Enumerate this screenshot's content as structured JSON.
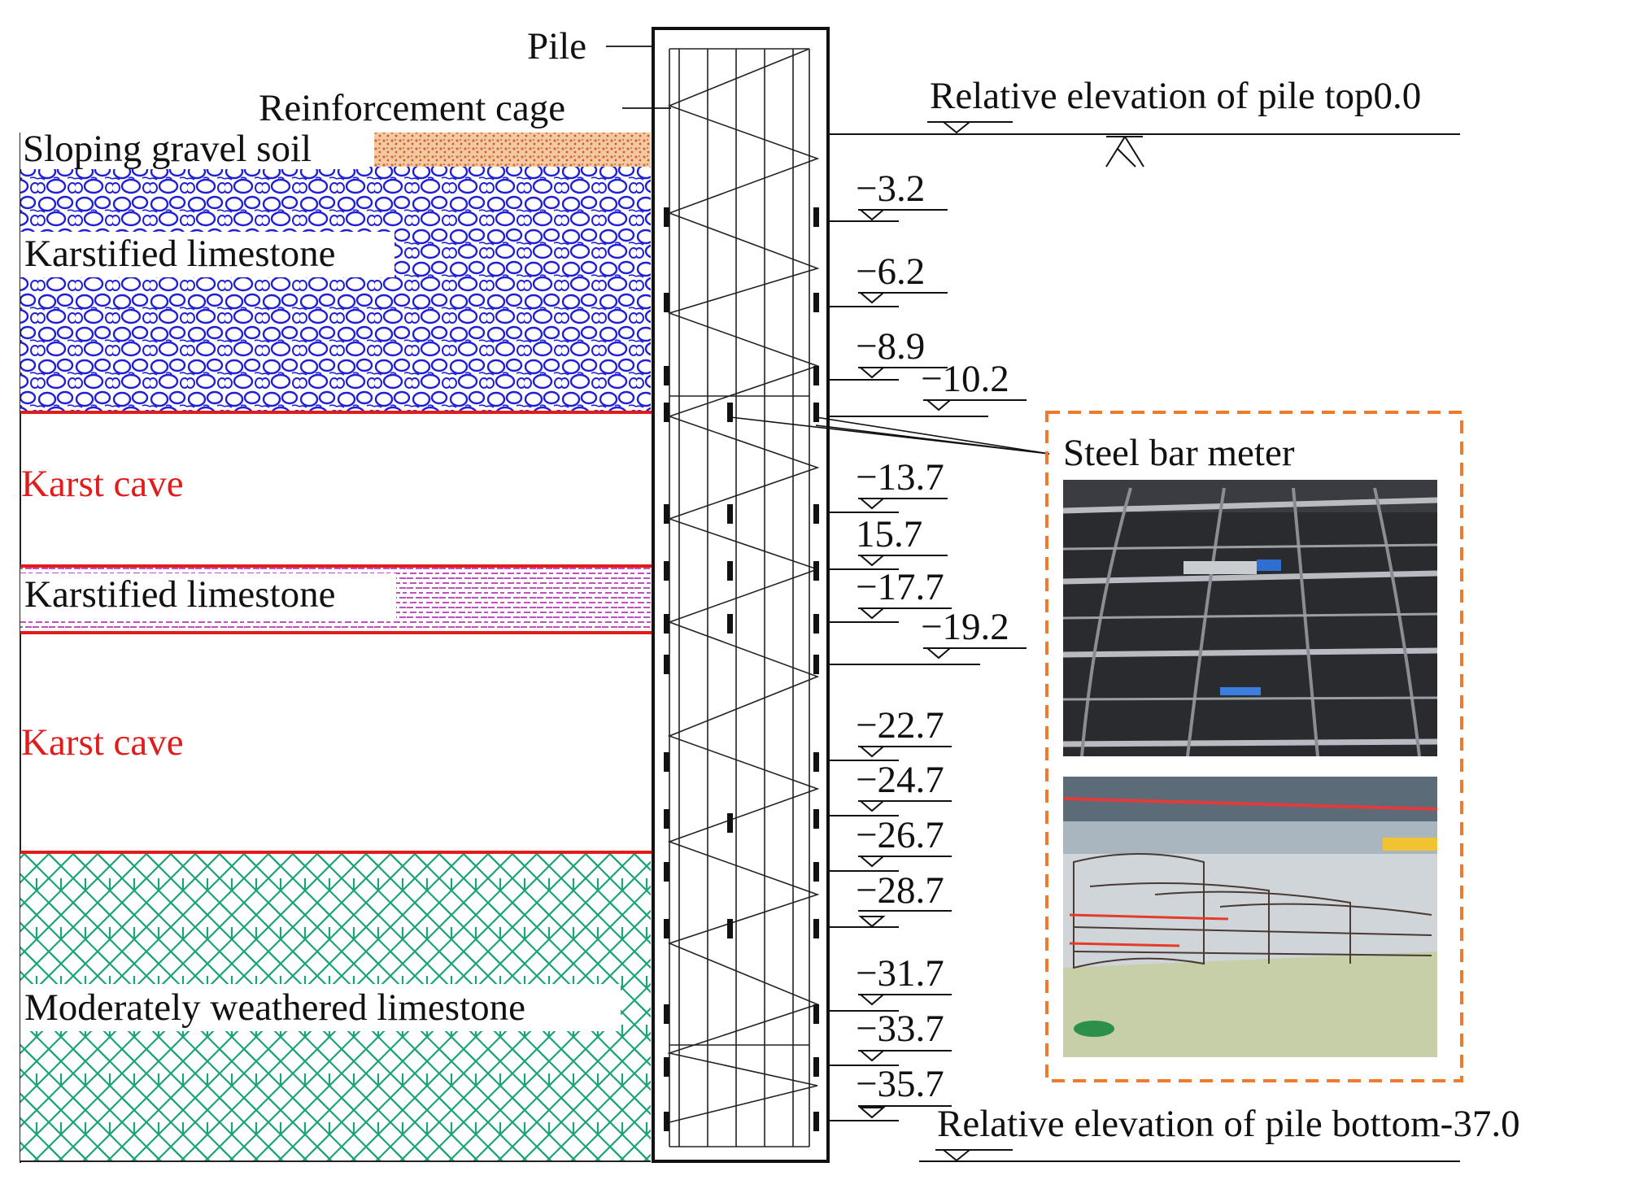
{
  "labels": {
    "pile": "Pile",
    "reinforcement_cage": "Reinforcement cage",
    "steel_bar_meter": "Steel bar meter",
    "pile_top": "Relative elevation of pile top0.0",
    "pile_bottom": "Relative elevation of pile bottom-37.0"
  },
  "strata": [
    {
      "name": "Sloping gravel soil",
      "kind": "gravel"
    },
    {
      "name": "Karstified limestone",
      "kind": "karst-limestone-blue"
    },
    {
      "name": "Karst cave",
      "kind": "cave"
    },
    {
      "name": "Karstified limestone",
      "kind": "karst-limestone-pink"
    },
    {
      "name": "Karst cave",
      "kind": "cave"
    },
    {
      "name": "Moderately weathered limestone",
      "kind": "weathered-limestone"
    }
  ],
  "elevations": [
    "−3.2",
    "−6.2",
    "−8.9",
    "−10.2",
    "−13.7",
    "15.7",
    "−17.7",
    "−19.2",
    "−22.7",
    "−24.7",
    "−26.7",
    "−28.7",
    "−31.7",
    "−33.7",
    "−35.7"
  ],
  "colors": {
    "cave_boundary": "#e21b1b",
    "gravel": "#e07a2e",
    "karst_blue": "#1f1fd6",
    "karst_pink": "#c24fc2",
    "weathered_green": "#1aa37a",
    "photo_frame": "#f07a2c"
  },
  "photos": [
    {
      "name": "reinforcement-cage-closeup-photo"
    },
    {
      "name": "reinforcement-cage-factory-photo"
    }
  ]
}
